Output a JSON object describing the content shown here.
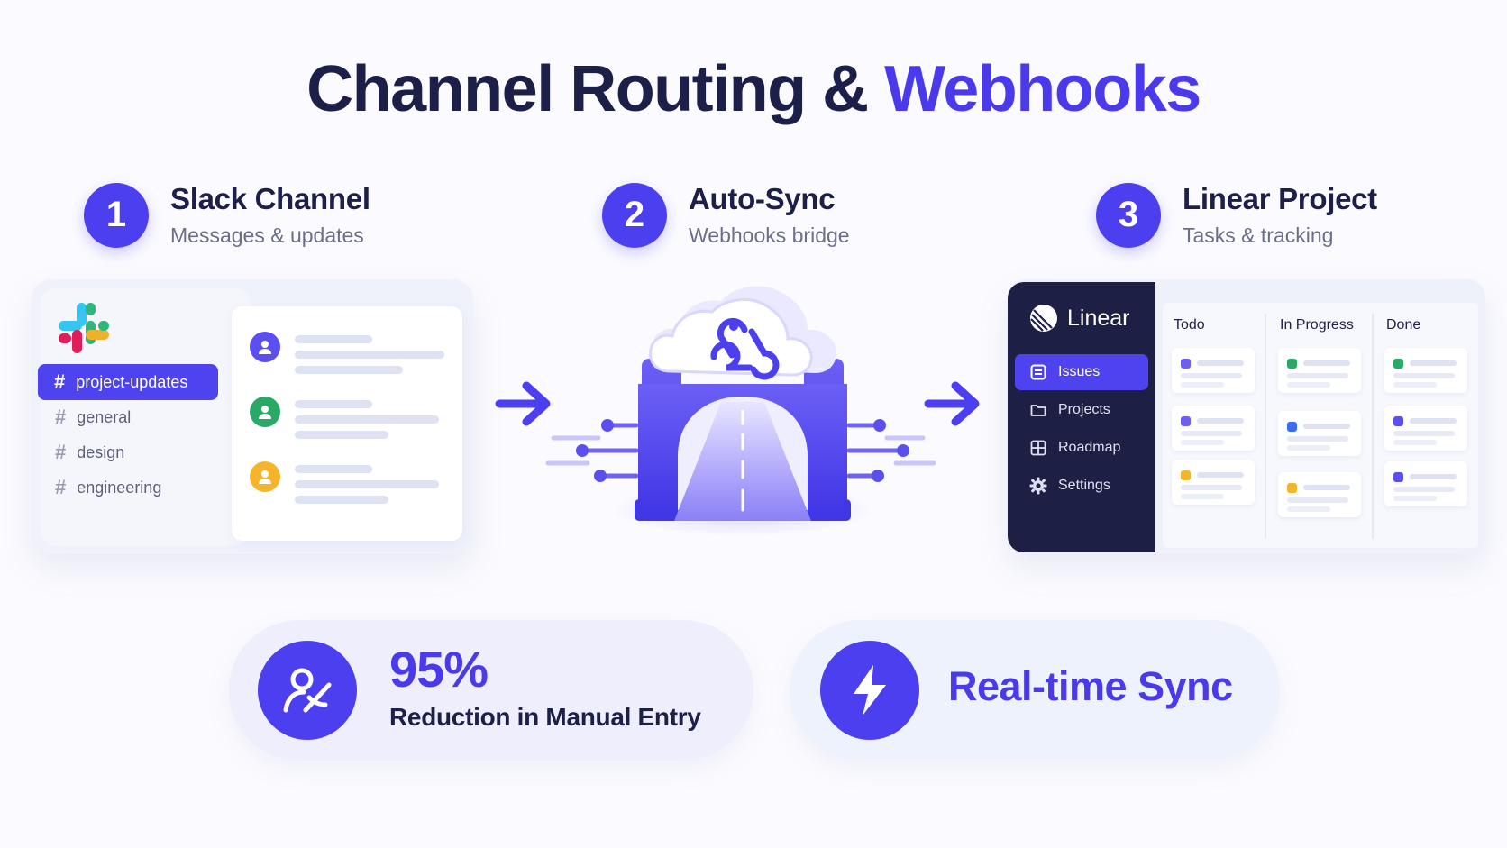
{
  "title": {
    "main": "Channel Routing & ",
    "accent": "Webhooks"
  },
  "steps": [
    {
      "number": "1",
      "heading": "Slack Channel",
      "subheading": "Messages & updates"
    },
    {
      "number": "2",
      "heading": "Auto-Sync",
      "subheading": "Webhooks bridge"
    },
    {
      "number": "3",
      "heading": "Linear Project",
      "subheading": "Tasks & tracking"
    }
  ],
  "slack": {
    "channels": [
      {
        "label": "project-updates",
        "active": true
      },
      {
        "label": "general",
        "active": false
      },
      {
        "label": "design",
        "active": false
      },
      {
        "label": "engineering",
        "active": false
      }
    ],
    "avatar_colors": [
      "#5b4ff0",
      "#2aa866",
      "#f5b52a"
    ]
  },
  "linear": {
    "brand": "Linear",
    "nav": [
      {
        "label": "Issues",
        "icon": "issues-icon",
        "active": true
      },
      {
        "label": "Projects",
        "icon": "folder-icon",
        "active": false
      },
      {
        "label": "Roadmap",
        "icon": "grid-icon",
        "active": false
      },
      {
        "label": "Settings",
        "icon": "gear-icon",
        "active": false
      }
    ],
    "columns": [
      {
        "label": "Todo"
      },
      {
        "label": "In Progress"
      },
      {
        "label": "Done"
      }
    ]
  },
  "stats": {
    "reduction_value": "95%",
    "reduction_label": "Reduction in Manual Entry",
    "realtime_label": "Real-time Sync"
  },
  "colors": {
    "accent": "#4b3ff0",
    "dark": "#1c1f47"
  }
}
